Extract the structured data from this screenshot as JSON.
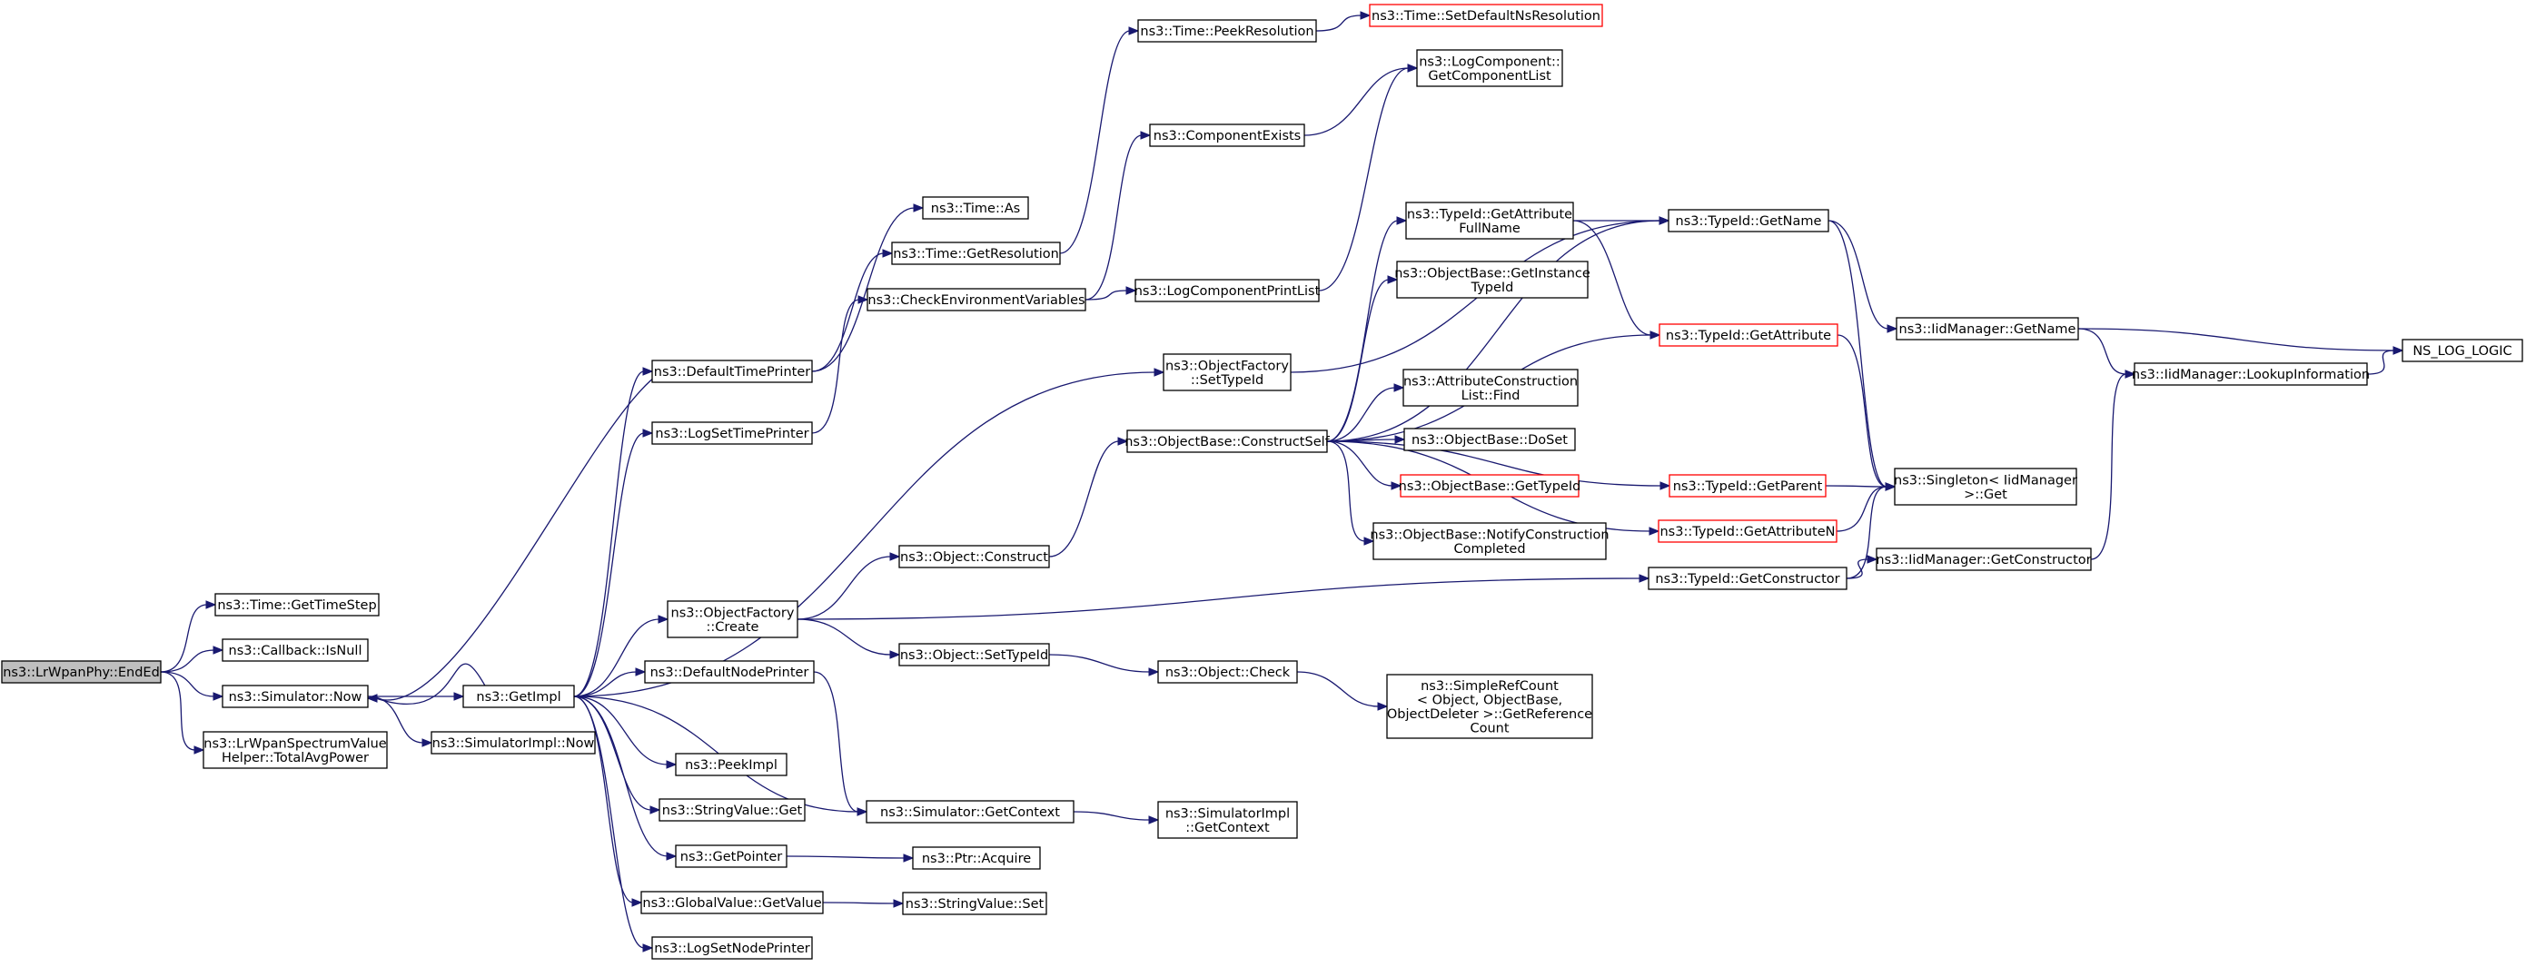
{
  "colors": {
    "edge": "#191970",
    "root_fill": "#bfbfbf",
    "truncated_border": "#ff0000",
    "node_border": "#000000"
  },
  "nodes": {
    "endEd": {
      "lines": [
        "ns3::LrWpanPhy::EndEd"
      ],
      "style": "root"
    },
    "getTimeStep": {
      "lines": [
        "ns3::Time::GetTimeStep"
      ]
    },
    "cbIsNull": {
      "lines": [
        "ns3::Callback::IsNull"
      ]
    },
    "simNow": {
      "lines": [
        "ns3::Simulator::Now"
      ]
    },
    "totalAvgPower": {
      "lines": [
        "ns3::LrWpanSpectrumValue",
        "Helper::TotalAvgPower"
      ]
    },
    "getImpl": {
      "lines": [
        "ns3::GetImpl"
      ]
    },
    "simImplNow": {
      "lines": [
        "ns3::SimulatorImpl::Now"
      ]
    },
    "defaultTimePrinter": {
      "lines": [
        "ns3::DefaultTimePrinter"
      ]
    },
    "logSetTimePrinter": {
      "lines": [
        "ns3::LogSetTimePrinter"
      ]
    },
    "objFactoryCreate": {
      "lines": [
        "ns3::ObjectFactory",
        "::Create"
      ]
    },
    "defaultNodePrinter": {
      "lines": [
        "ns3::DefaultNodePrinter"
      ]
    },
    "peekImpl": {
      "lines": [
        "ns3::PeekImpl"
      ]
    },
    "stringValueGet": {
      "lines": [
        "ns3::StringValue::Get"
      ]
    },
    "getPointer": {
      "lines": [
        "ns3::GetPointer"
      ]
    },
    "globalValueGetValue": {
      "lines": [
        "ns3::GlobalValue::GetValue"
      ]
    },
    "logSetNodePrinter": {
      "lines": [
        "ns3::LogSetNodePrinter"
      ]
    },
    "timeAs": {
      "lines": [
        "ns3::Time::As"
      ]
    },
    "timeGetResolution": {
      "lines": [
        "ns3::Time::GetResolution"
      ]
    },
    "checkEnvVars": {
      "lines": [
        "ns3::CheckEnvironmentVariables"
      ]
    },
    "objectConstruct": {
      "lines": [
        "ns3::Object::Construct"
      ]
    },
    "objectSetTypeId": {
      "lines": [
        "ns3::Object::SetTypeId"
      ]
    },
    "simGetContext": {
      "lines": [
        "ns3::Simulator::GetContext"
      ]
    },
    "ptrAcquire": {
      "lines": [
        "ns3::Ptr::Acquire"
      ]
    },
    "stringValueSet": {
      "lines": [
        "ns3::StringValue::Set"
      ]
    },
    "timePeekResolution": {
      "lines": [
        "ns3::Time::PeekResolution"
      ]
    },
    "componentExists": {
      "lines": [
        "ns3::ComponentExists"
      ]
    },
    "logComponentPrintList": {
      "lines": [
        "ns3::LogComponentPrintList"
      ]
    },
    "objFactorySetTypeId": {
      "lines": [
        "ns3::ObjectFactory",
        "::SetTypeId"
      ]
    },
    "constructSelf": {
      "lines": [
        "ns3::ObjectBase::ConstructSelf"
      ]
    },
    "objectCheck": {
      "lines": [
        "ns3::Object::Check"
      ]
    },
    "simImplGetContext": {
      "lines": [
        "ns3::SimulatorImpl",
        "::GetContext"
      ]
    },
    "timeSetDefaultNsRes": {
      "lines": [
        "ns3::Time::SetDefaultNsResolution"
      ],
      "style": "trunc"
    },
    "logCompGetList": {
      "lines": [
        "ns3::LogComponent::",
        "GetComponentList"
      ]
    },
    "typeIdGetAttrFullName": {
      "lines": [
        "ns3::TypeId::GetAttribute",
        "FullName"
      ]
    },
    "objBaseGetInstanceTypeId": {
      "lines": [
        "ns3::ObjectBase::GetInstance",
        "TypeId"
      ]
    },
    "attrConstructionListFind": {
      "lines": [
        "ns3::AttributeConstruction",
        "List::Find"
      ]
    },
    "objBaseDoSet": {
      "lines": [
        "ns3::ObjectBase::DoSet"
      ]
    },
    "objBaseGetTypeId": {
      "lines": [
        "ns3::ObjectBase::GetTypeId"
      ],
      "style": "trunc"
    },
    "objBaseNotifyConstructionCompleted": {
      "lines": [
        "ns3::ObjectBase::NotifyConstruction",
        "Completed"
      ]
    },
    "simpleRefCount": {
      "lines": [
        "ns3::SimpleRefCount",
        "< Object, ObjectBase,",
        "ObjectDeleter >::GetReference",
        "Count"
      ]
    },
    "typeIdGetName": {
      "lines": [
        "ns3::TypeId::GetName"
      ]
    },
    "typeIdGetAttribute": {
      "lines": [
        "ns3::TypeId::GetAttribute"
      ],
      "style": "trunc"
    },
    "typeIdGetParent": {
      "lines": [
        "ns3::TypeId::GetParent"
      ],
      "style": "trunc"
    },
    "typeIdGetAttributeN": {
      "lines": [
        "ns3::TypeId::GetAttributeN"
      ],
      "style": "trunc"
    },
    "typeIdGetConstructor": {
      "lines": [
        "ns3::TypeId::GetConstructor"
      ]
    },
    "iidManagerGetName": {
      "lines": [
        "ns3::IidManager::GetName"
      ]
    },
    "singletonGet": {
      "lines": [
        "ns3::Singleton< IidManager",
        ">::Get"
      ]
    },
    "iidManagerGetConstructor": {
      "lines": [
        "ns3::IidManager::GetConstructor"
      ]
    },
    "iidManagerLookupInfo": {
      "lines": [
        "ns3::IidManager::LookupInformation"
      ]
    },
    "nsLogLogic": {
      "lines": [
        "NS_LOG_LOGIC"
      ]
    }
  }
}
